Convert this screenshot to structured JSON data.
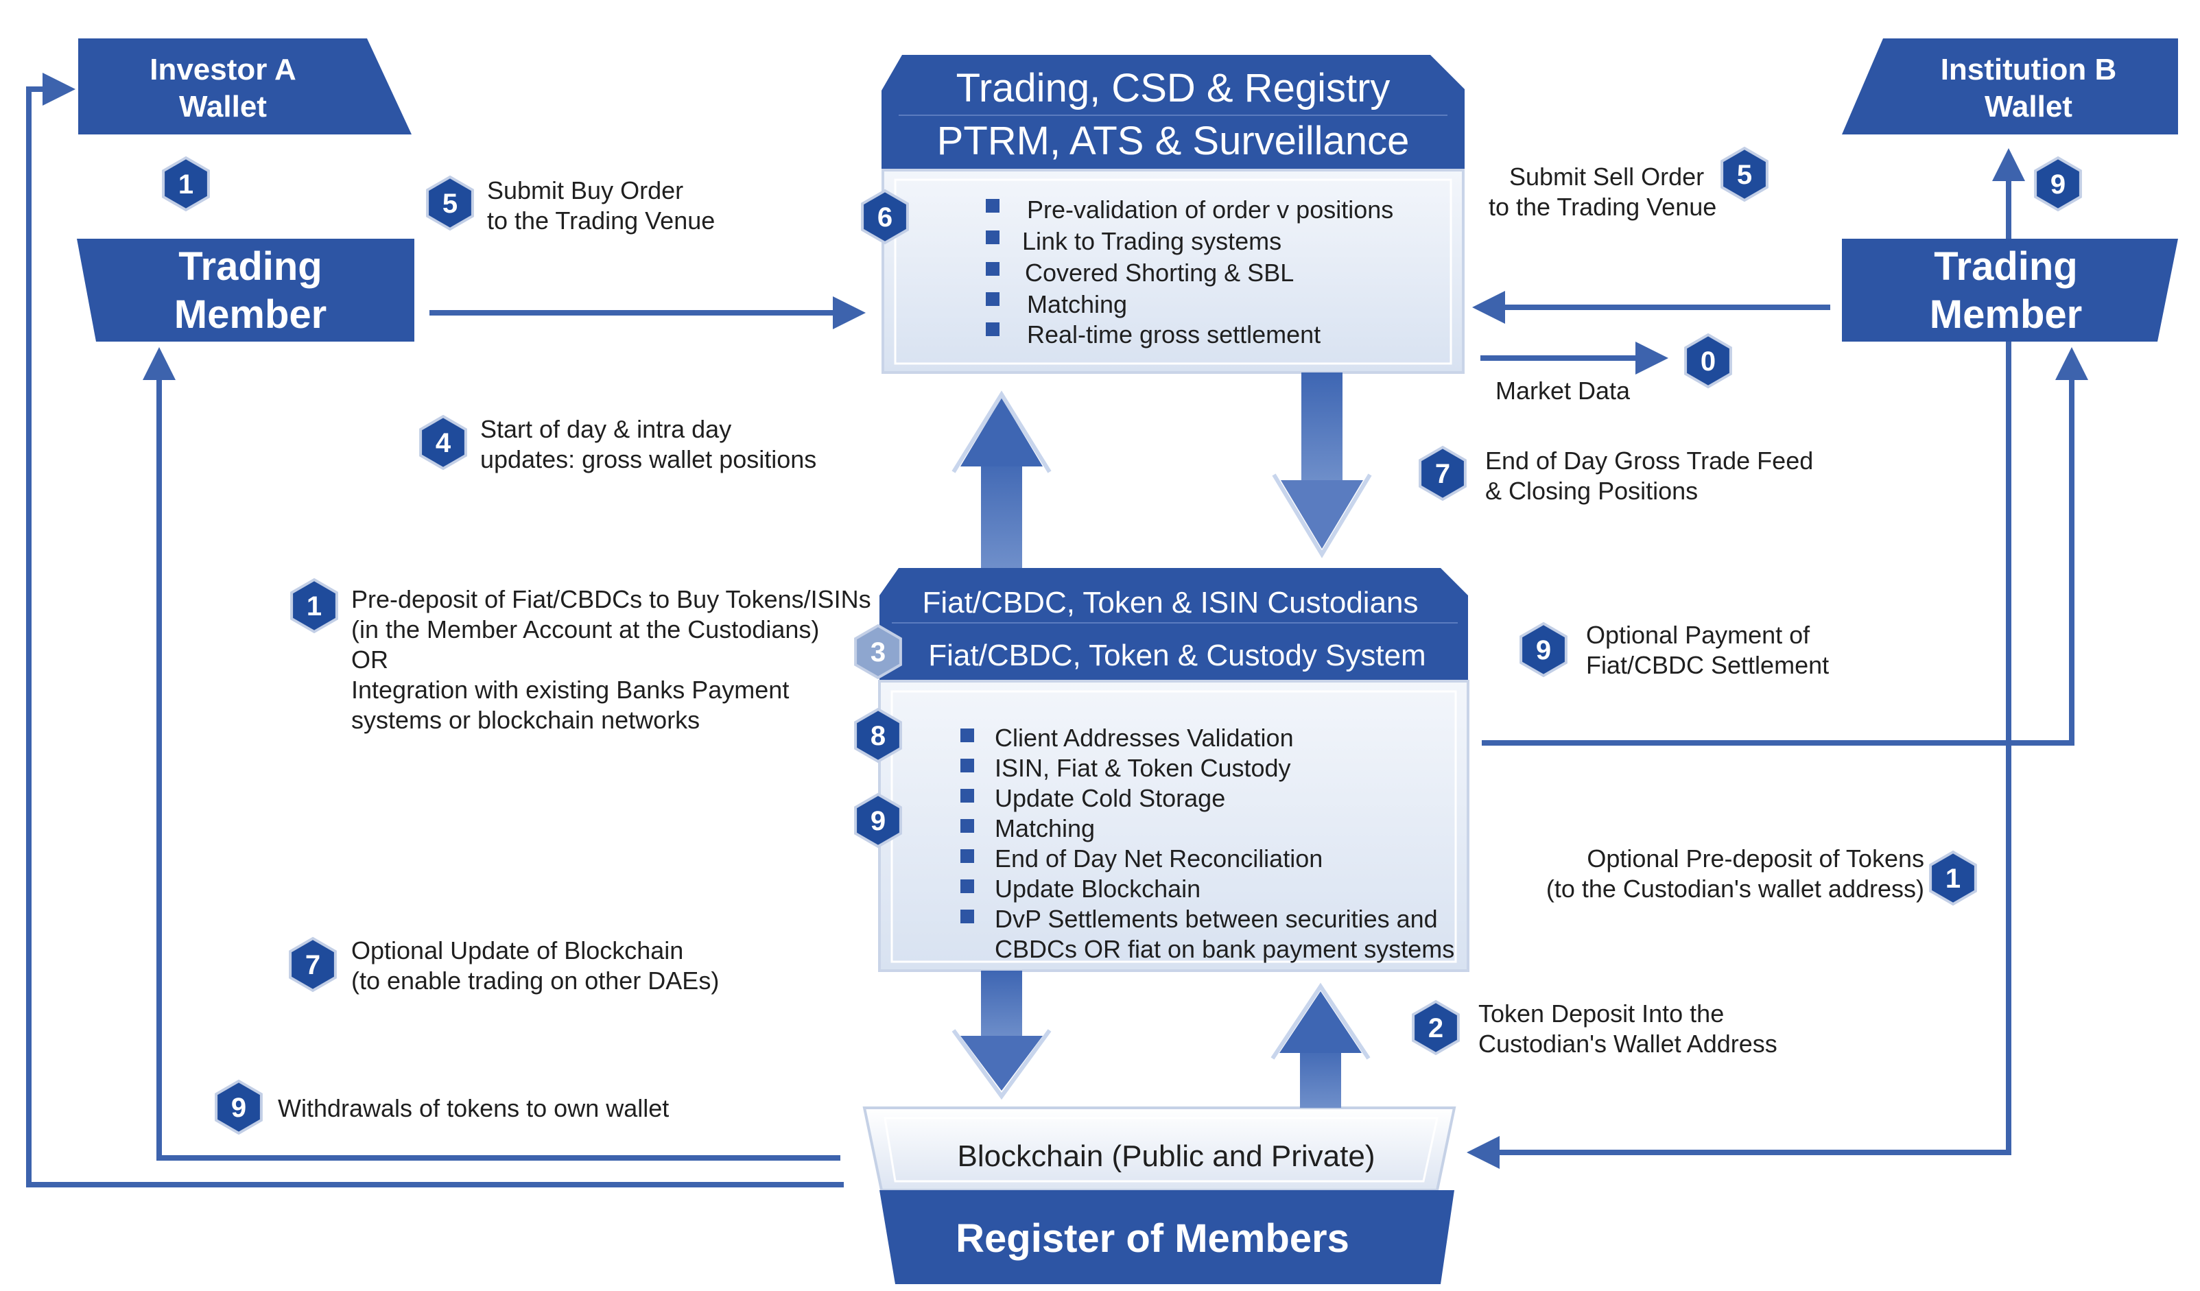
{
  "colors": {
    "primary": "#2d55a4",
    "arrow": "#3d63ad",
    "panel": "#e4ebf6",
    "badge": "#1f4b9b",
    "badge_light": "#8ea6cf"
  },
  "investor_wallet": {
    "line1": "Investor A",
    "line2": "Wallet"
  },
  "institution_wallet": {
    "line1": "Institution B",
    "line2": "Wallet"
  },
  "left_member": {
    "line1": "Trading",
    "line2": "Member"
  },
  "right_member": {
    "line1": "Trading",
    "line2": "Member"
  },
  "trading_venue": {
    "title1": "Trading, CSD & Registry",
    "title2": "PTRM, ATS & Surveillance",
    "items": [
      "Pre-validation of order v positions",
      "Link to Trading systems",
      "Covered Shorting & SBL",
      "Matching",
      "Real-time gross settlement"
    ]
  },
  "custodians": {
    "title1": "Fiat/CBDC, Token & ISIN Custodians",
    "title2": "Fiat/CBDC, Token & Custody System",
    "items": [
      "Client Addresses Validation",
      "ISIN, Fiat & Token Custody",
      "Update Cold Storage",
      "Matching",
      "End of Day Net Reconciliation",
      "Update Blockchain",
      "DvP Settlements between securities and",
      "CBDCs OR fiat on bank payment systems"
    ]
  },
  "blockchain": {
    "label": "Blockchain (Public and Private)"
  },
  "register": {
    "label": "Register of Members"
  },
  "annotations": {
    "buy_order": [
      "Submit Buy Order",
      "to the Trading Venue"
    ],
    "sell_order": [
      "Submit Sell Order",
      "to the Trading Venue"
    ],
    "market_data": "Market Data",
    "start_of_day": [
      "Start of day & intra day",
      "updates: gross wallet positions"
    ],
    "end_of_day": [
      "End of Day Gross Trade Feed",
      "& Closing Positions"
    ],
    "pre_deposit": [
      "Pre-deposit of Fiat/CBDCs to Buy Tokens/ISINs",
      "(in the Member Account at the Custodians)",
      "OR",
      "Integration with existing Banks Payment",
      "systems or blockchain networks"
    ],
    "optional_payment": [
      "Optional Payment of",
      "Fiat/CBDC Settlement"
    ],
    "optional_predeposit": [
      "Optional Pre-deposit of Tokens",
      "(to the Custodian's wallet address)"
    ],
    "optional_update": [
      "Optional Update of Blockchain",
      "(to enable trading on other DAEs)"
    ],
    "token_deposit": [
      "Token Deposit Into the",
      "Custodian's Wallet Address"
    ],
    "withdrawals": "Withdrawals of tokens to own wallet"
  },
  "badges": {
    "investor": "1",
    "buy": "5",
    "venue": "6",
    "sell": "5",
    "institution": "9",
    "market": "0",
    "start": "4",
    "eod": "7",
    "predeposit": "1",
    "custody_title": "3",
    "optional_payment": "9",
    "custody_a": "8",
    "custody_b": "9",
    "optional_predeposit": "1",
    "optional_update": "7",
    "token_deposit": "2",
    "withdrawals": "9"
  }
}
